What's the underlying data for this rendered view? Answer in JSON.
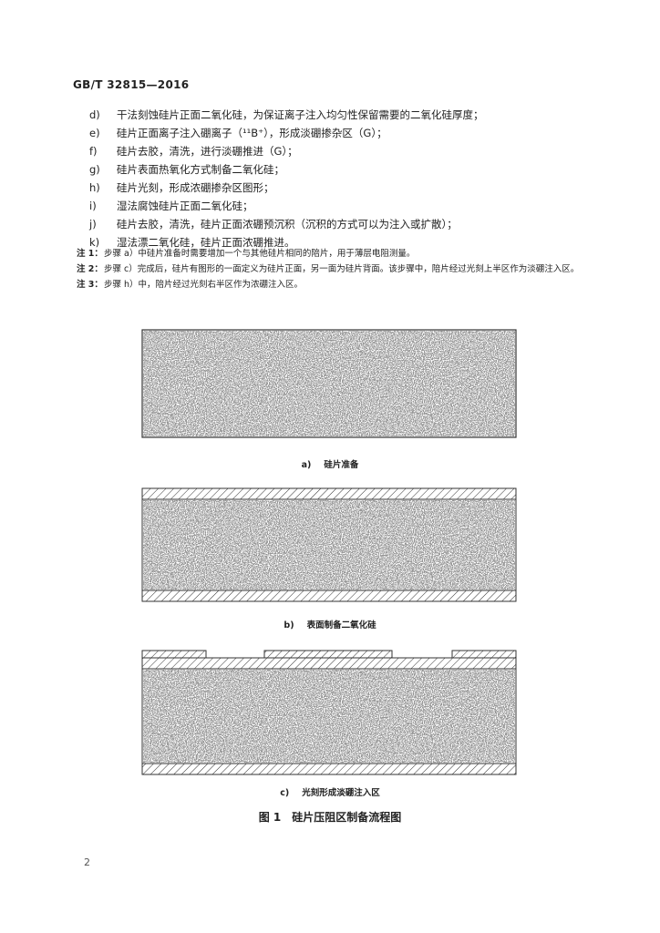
{
  "header": {
    "standard": "GB/T 32815—2016"
  },
  "steps": [
    {
      "label": "d)",
      "text": "干法刻蚀硅片正面二氧化硅，为保证离子注入均匀性保留需要的二氧化硅厚度；"
    },
    {
      "label": "e)",
      "text": "硅片正面离子注入硼离子（¹¹B⁺），形成淡硼掺杂区（G）；"
    },
    {
      "label": "f)",
      "text": "硅片去胶，清洗，进行淡硼推进（G）；"
    },
    {
      "label": "g)",
      "text": "硅片表面热氧化方式制备二氧化硅；"
    },
    {
      "label": "h)",
      "text": "硅片光刻，形成浓硼掺杂区图形；"
    },
    {
      "label": "i)",
      "text": "湿法腐蚀硅片正面二氧化硅；"
    },
    {
      "label": "j)",
      "text": "硅片去胶，清洗，硅片正面浓硼预沉积（沉积的方式可以为注入或扩散）；"
    },
    {
      "label": "k)",
      "text": "湿法漂二氧化硅，硅片正面浓硼推进。"
    }
  ],
  "notes": [
    {
      "label": "注 1：",
      "text": "步骤 a）中硅片准备时需要增加一个与其他硅片相同的陪片，用于薄层电阻测量。"
    },
    {
      "label": "注 2：",
      "text": "步骤 c）完成后，硅片有图形的一面定义为硅片正面，另一面为硅片背面。该步骤中，陪片经过光刻上半区作为淡硼注入区。"
    },
    {
      "label": "注 3：",
      "text": "步骤 h）中，陪片经过光刻右半区作为浓硼注入区。"
    }
  ],
  "figures": [
    {
      "label": "a)",
      "caption": "硅片准备"
    },
    {
      "label": "b)",
      "caption": "表面制备二氧化硅"
    },
    {
      "label": "c)",
      "caption": "光刻形成淡硼注入区"
    }
  ],
  "figure_title": "图 1　硅片压阻区制备流程图",
  "page_number": "2",
  "colors": {
    "text": "#222222",
    "stroke": "#333333",
    "speckle": "#555555"
  }
}
